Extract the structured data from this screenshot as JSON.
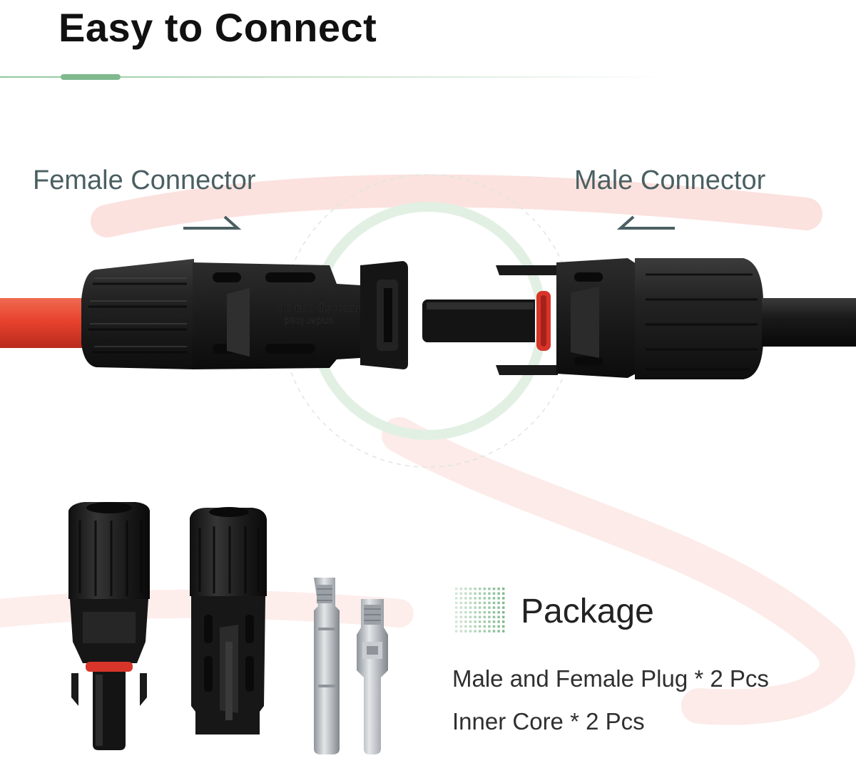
{
  "title": "Easy to Connect",
  "labels": {
    "female": "Female Connector",
    "male": "Male Connector"
  },
  "connector_imprint": {
    "line1": "Do not disconnect",
    "line2": "under load"
  },
  "package": {
    "heading": "Package",
    "items": [
      "Male and Female Plug * 2 Pcs",
      "Inner Core * 2 Pcs"
    ]
  },
  "colors": {
    "accent_green": "#7fb98d",
    "label_slate": "#4b5f62",
    "cable_red": "#e8432e",
    "connector_black": "#1c1c1c",
    "seal_red": "#d8352a",
    "metal": "#b9bec3"
  }
}
